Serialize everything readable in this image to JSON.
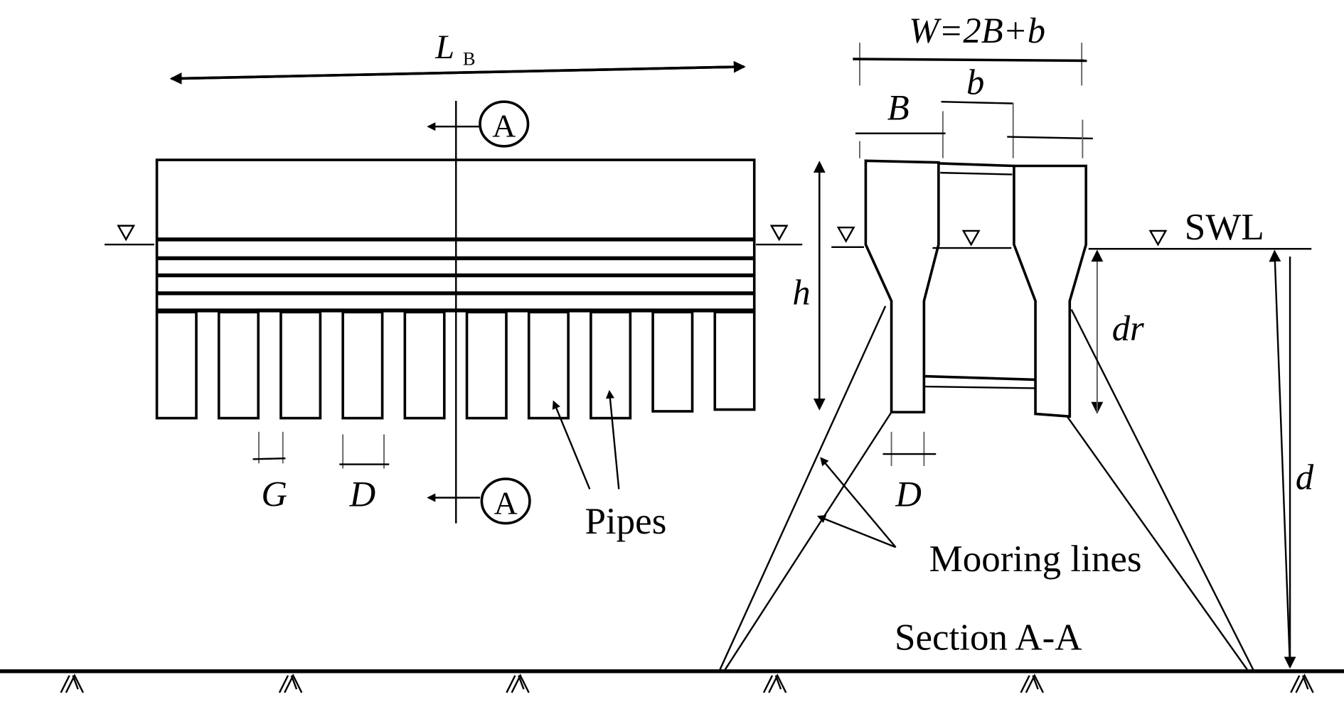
{
  "figure": {
    "plan_view": {
      "length_label": "L",
      "length_subscript": "B",
      "section_marker": "A",
      "pipe_count": 10,
      "plate_layers": 4,
      "gap_label": "G",
      "diameter_label": "D",
      "pipes_label": "Pipes"
    },
    "section_view": {
      "width_label": "W=2B+b",
      "B_label": "B",
      "b_label": "b",
      "height_label": "h",
      "draft_label": "dr",
      "depth_label": "d",
      "diameter_label": "D",
      "swl_label": "SWL",
      "mooring_label": "Mooring lines",
      "section_title": "Section A-A"
    },
    "seabed_anchor_count": 6
  }
}
